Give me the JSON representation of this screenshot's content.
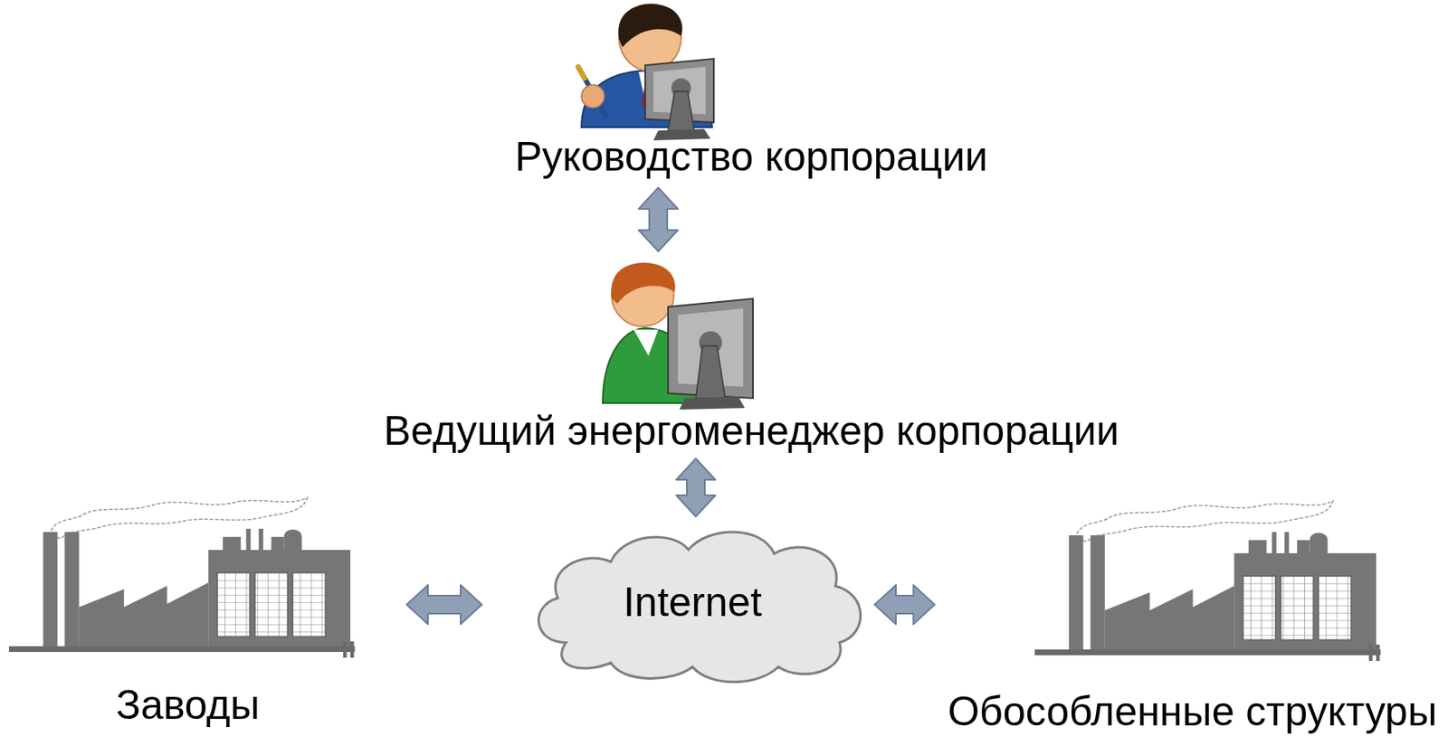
{
  "diagram": {
    "nodes": [
      {
        "text": [
          "Руководство корпорации"
        ]
      },
      {
        "text": [
          "Ведущий энергоменеджер корпорации"
        ]
      },
      {
        "text": [
          "Заводы"
        ]
      },
      {
        "text": [
          "Internet"
        ]
      },
      {
        "text": [
          "Обособленные структуры"
        ]
      }
    ],
    "edges": [
      {
        "from": 0,
        "to": 1,
        "arrow": "both"
      },
      {
        "from": 1,
        "to": 3,
        "arrow": "both"
      },
      {
        "from": 2,
        "to": 3,
        "arrow": "both"
      },
      {
        "from": 3,
        "to": 4,
        "arrow": "both"
      }
    ]
  }
}
